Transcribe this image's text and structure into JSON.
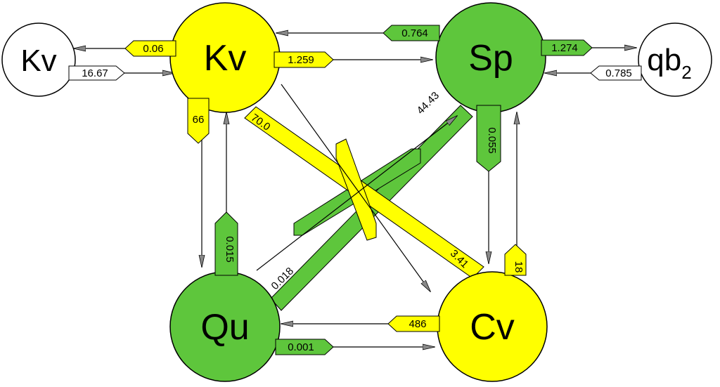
{
  "colors": {
    "yellow": "#ffff00",
    "green": "#5ec63c",
    "white": "#ffffff",
    "ink": "#000000"
  },
  "nodes": {
    "kv_main": {
      "label": "Kv",
      "fill": "yellow"
    },
    "kv_small": {
      "label": "Kv",
      "fill": "white"
    },
    "sp": {
      "label": "Sp",
      "fill": "green"
    },
    "qb": {
      "label": "qb",
      "sub": "2",
      "fill": "white"
    },
    "qu": {
      "label": "Qu",
      "fill": "green"
    },
    "cv": {
      "label": "Cv",
      "fill": "yellow"
    }
  },
  "flows": {
    "kv_to_kvsmall": "0.06",
    "kvsmall_to_kv": "16.67",
    "kv_to_sp": "1.259",
    "sp_to_kv": "0.764",
    "sp_to_qb": "1.274",
    "qb_to_sp": "0.785",
    "kv_down": "66",
    "kv_diag": "70.0",
    "sp_diag": "44.43",
    "sp_down": "0.055",
    "qu_up": "0.015",
    "qu_diag": "0.018",
    "cv_diag": "3.41",
    "cv_up": "18",
    "cv_to_qu": "486",
    "qu_to_cv": "0.001"
  }
}
